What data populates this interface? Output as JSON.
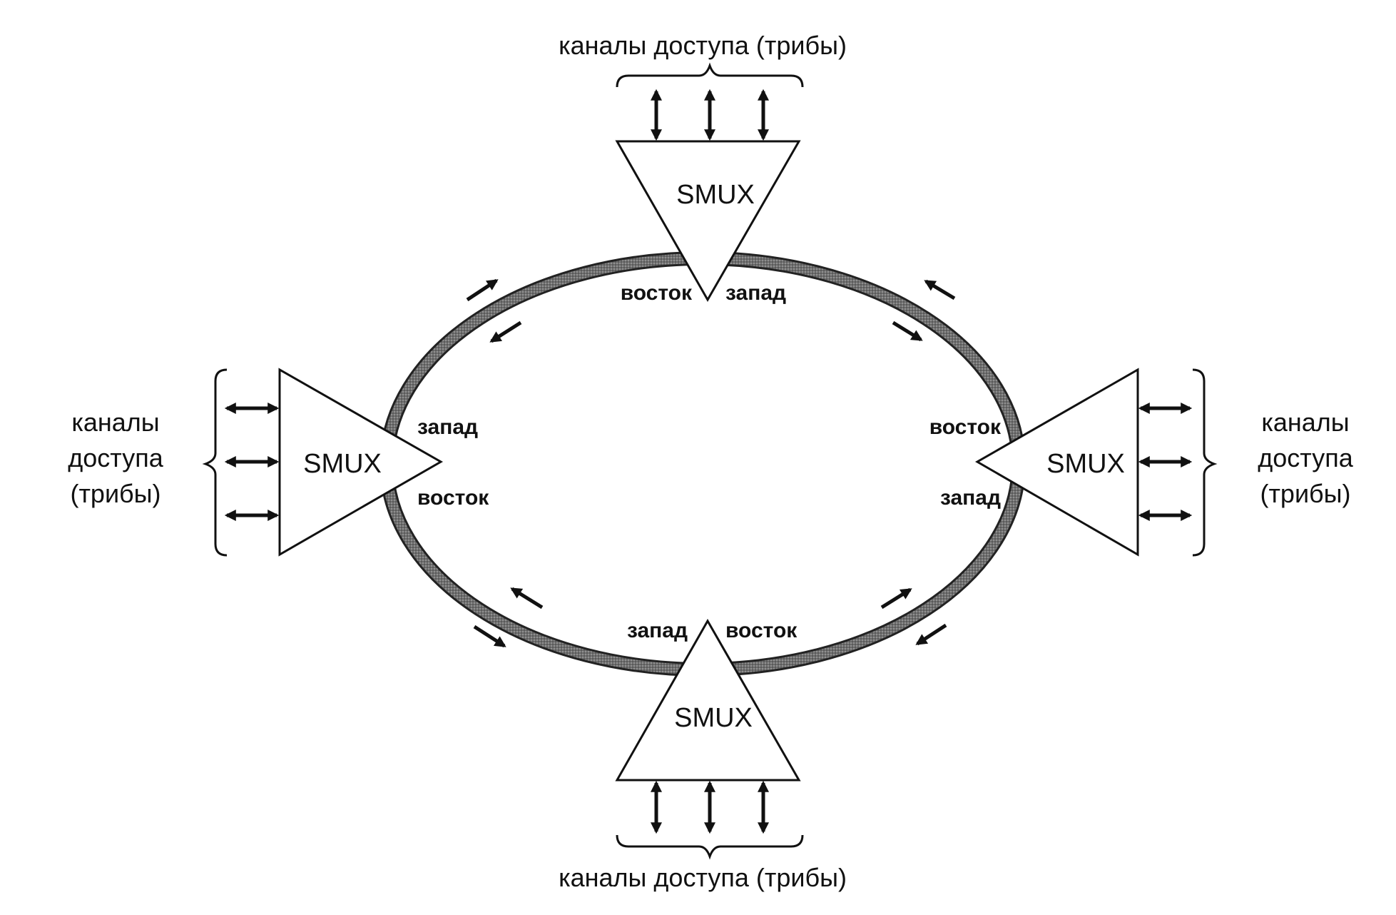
{
  "nodes": {
    "top": {
      "name": "SMUX",
      "east": "восток",
      "west": "запад"
    },
    "left": {
      "name": "SMUX",
      "east": "восток",
      "west": "запад"
    },
    "right": {
      "name": "SMUX",
      "east": "восток",
      "west": "запад"
    },
    "bottom": {
      "name": "SMUX",
      "east": "восток",
      "west": "запад"
    }
  },
  "tributaries": {
    "top": "каналы доступа (трибы)",
    "bottom": "каналы доступа (трибы)",
    "left": {
      "line1": "каналы",
      "line2": "доступа",
      "line3": "(трибы)"
    },
    "right": {
      "line1": "каналы",
      "line2": "доступа",
      "line3": "(трибы)"
    }
  },
  "colors": {
    "ring": "#555555",
    "ring_texture": "#9a9a9a",
    "ink": "#111111",
    "background": "#ffffff"
  }
}
